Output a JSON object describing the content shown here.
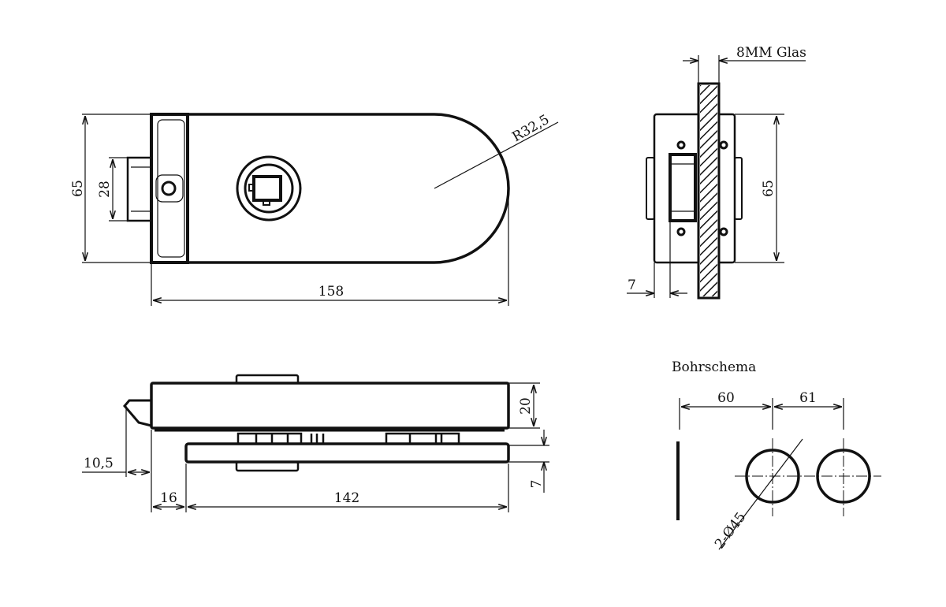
{
  "top_view": {
    "height_label": "65",
    "latch_height_label": "28",
    "radius_label": "R32,5",
    "length_label": "158"
  },
  "side_view": {
    "glass_label": "8MM Glas",
    "height_label": "65",
    "offset_label": "7"
  },
  "bottom_view": {
    "latch_projection_label": "10,5",
    "body_height_label": "20",
    "plate_thickness_label": "7",
    "offset_label": "16",
    "plate_length_label": "142"
  },
  "drilling": {
    "title": "Bohrschema",
    "distance_edge_label": "60",
    "distance_holes_label": "61",
    "hole_label": "2-Ø45"
  },
  "colors": {
    "line": "#111111",
    "background": "#ffffff"
  }
}
